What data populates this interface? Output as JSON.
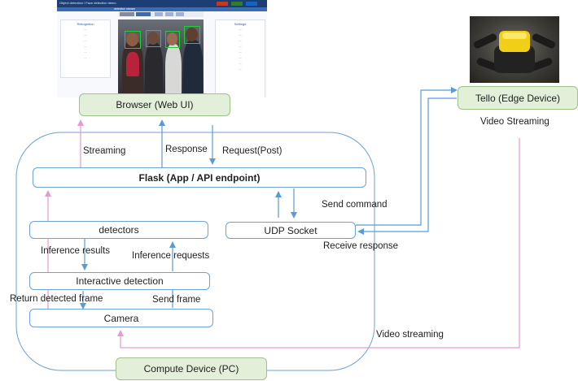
{
  "boxes": {
    "browser": "Browser (Web UI)",
    "tello": "Tello (Edge Device)",
    "flask": "Flask (App / API endpoint)",
    "detectors": "detectors",
    "udp": "UDP Socket",
    "interactive": "Interactive detection",
    "camera": "Camera",
    "compute": "Compute Device (PC)"
  },
  "labels": {
    "streaming": "Streaming",
    "response": "Response",
    "request_post": "Request(Post)",
    "send_command": "Send command",
    "receive_response": "Receive response",
    "video_streaming_top": "Video Streaming",
    "video_streaming_bottom": "Video streaming",
    "inference_results": "Inference results",
    "inference_requests": "Inference requests",
    "return_detected_frame": "Return detected frame",
    "send_frame": "Send frame"
  },
  "colors": {
    "blue_line": "#5b9bd5",
    "pink_line": "#e89ad0",
    "green_fill": "#e2efd9",
    "box_border": "#6fa0d6"
  },
  "icons": {
    "browser_screenshot": "web-ui-screenshot",
    "drone": "tello-drone-photo"
  }
}
